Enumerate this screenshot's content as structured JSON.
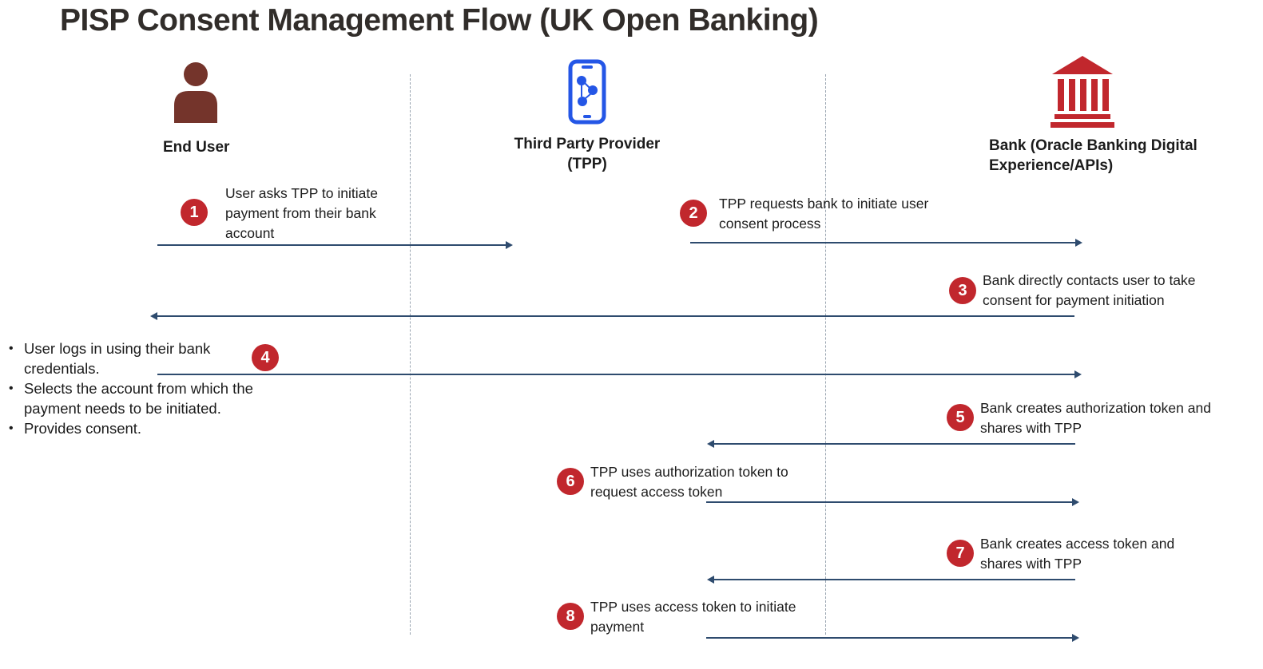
{
  "title": "PISP Consent Management Flow (UK Open Banking)",
  "actors": {
    "end_user": {
      "label": "End User",
      "icon": "person-icon"
    },
    "tpp": {
      "label": "Third Party Provider (TPP)",
      "icon": "mobile-app-icon"
    },
    "bank": {
      "label": "Bank (Oracle Banking Digital Experience/APIs)",
      "icon": "bank-icon"
    }
  },
  "steps": [
    {
      "num": "1",
      "text": "User asks TPP to initiate payment from their bank account",
      "from": "End User",
      "to": "TPP",
      "direction": "right"
    },
    {
      "num": "2",
      "text": "TPP requests bank to initiate user consent process",
      "from": "TPP",
      "to": "Bank",
      "direction": "right"
    },
    {
      "num": "3",
      "text": "Bank directly contacts user to take consent for payment initiation",
      "from": "Bank",
      "to": "End User",
      "direction": "left"
    },
    {
      "num": "4",
      "from": "End User",
      "to": "Bank",
      "direction": "right"
    },
    {
      "num": "5",
      "text": "Bank creates authorization token and shares with TPP",
      "from": "Bank",
      "to": "TPP",
      "direction": "left"
    },
    {
      "num": "6",
      "text": "TPP uses authorization token to request access token",
      "from": "TPP",
      "to": "Bank",
      "direction": "right"
    },
    {
      "num": "7",
      "text": "Bank creates access token and shares with TPP",
      "from": "Bank",
      "to": "TPP",
      "direction": "left"
    },
    {
      "num": "8",
      "text": "TPP uses access token to initiate payment",
      "from": "TPP",
      "to": "Bank",
      "direction": "right"
    }
  ],
  "step4_bullets": [
    "User logs in using their bank credentials.",
    "Selects the account from which the payment needs to be initiated.",
    "Provides consent."
  ],
  "colors": {
    "badge": "#C1272D",
    "arrow": "#2E4B6E",
    "person_icon": "#74342B",
    "phone_icon": "#2456E6",
    "bank_icon": "#C1272D",
    "title_text": "#312D2A"
  }
}
